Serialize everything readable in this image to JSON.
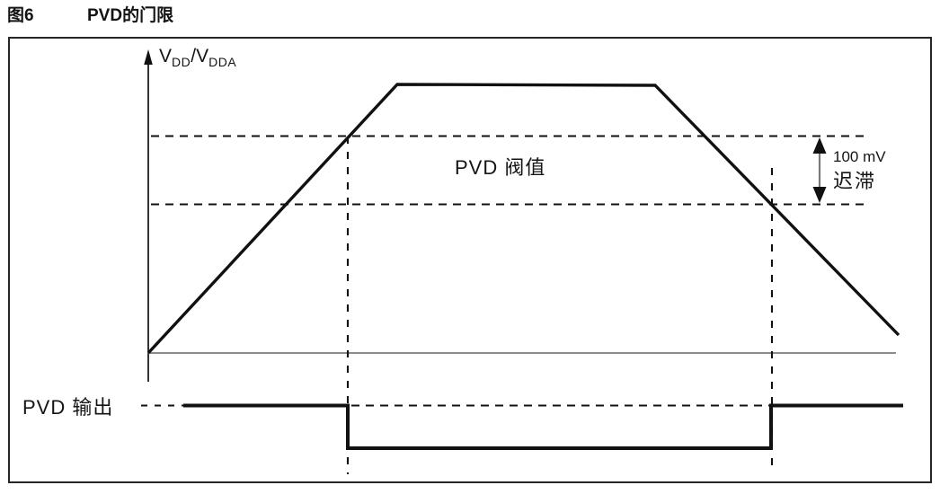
{
  "figure": {
    "number": "图6",
    "title": "PVD的门限"
  },
  "axis": {
    "v": "V",
    "sub1": "DD",
    "slash_v": "/V",
    "sub2": "DDA"
  },
  "labels": {
    "threshold": "PVD 阀值",
    "hysteresis_value": "100 mV",
    "hysteresis_word": "迟滞",
    "output": "PVD 输出"
  },
  "colors": {
    "ink": "#111111",
    "axis_gray": "#666666",
    "arrow_shaft": "#7a7a7a",
    "frame_border": "#262626"
  },
  "diagram": {
    "type": "waveform-timing",
    "description_visible": "VDD/VDDA 电压升降越过上/下门限（迟滞 100 mV），PVD 输出在越过上门限时变低、降到下门限时变高",
    "hysteresis": "100 mV",
    "signals": [
      "VDD/VDDA",
      "PVD 输出"
    ]
  }
}
